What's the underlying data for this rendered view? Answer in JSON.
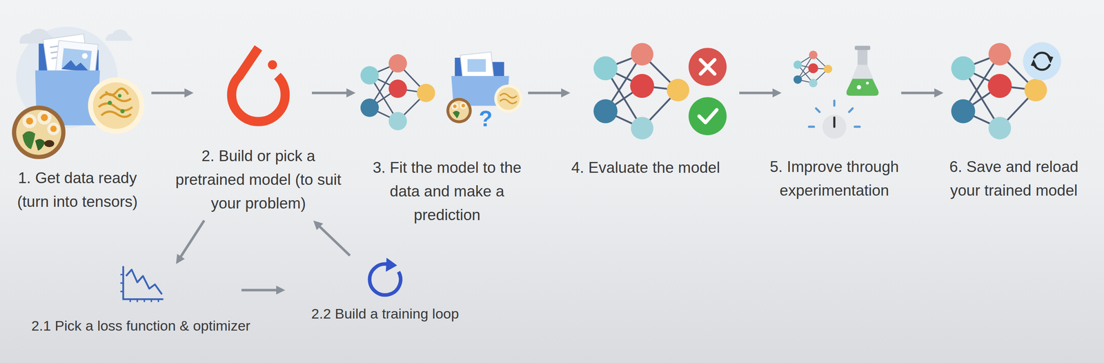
{
  "diagram": {
    "nodes": [
      {
        "text": [
          "1. Get data ready (turn into tensors)"
        ]
      },
      {
        "text": [
          "2. Build or pick a pretrained model (to suit your problem)"
        ]
      },
      {
        "text": [
          "3. Fit the model to the data and make a prediction"
        ]
      },
      {
        "text": [
          "4. Evaluate the model"
        ]
      },
      {
        "text": [
          "5. Improve through experimentation"
        ]
      },
      {
        "text": [
          "6. Save and reload your trained model"
        ]
      },
      {
        "text": [
          "2.1 Pick a loss function & optimizer"
        ]
      },
      {
        "text": [
          "2.2 Build a training loop"
        ]
      }
    ],
    "edges": [
      {
        "from": 0,
        "to": 1,
        "arrow": "to"
      },
      {
        "from": 1,
        "to": 2,
        "arrow": "to"
      },
      {
        "from": 2,
        "to": 3,
        "arrow": "to"
      },
      {
        "from": 3,
        "to": 4,
        "arrow": "to"
      },
      {
        "from": 4,
        "to": 5,
        "arrow": "to"
      },
      {
        "from": 1,
        "to": 6,
        "arrow": "to"
      },
      {
        "from": 6,
        "to": 7,
        "arrow": "to"
      },
      {
        "from": 7,
        "to": 1,
        "arrow": "to"
      }
    ],
    "labels": [
      "?"
    ]
  }
}
